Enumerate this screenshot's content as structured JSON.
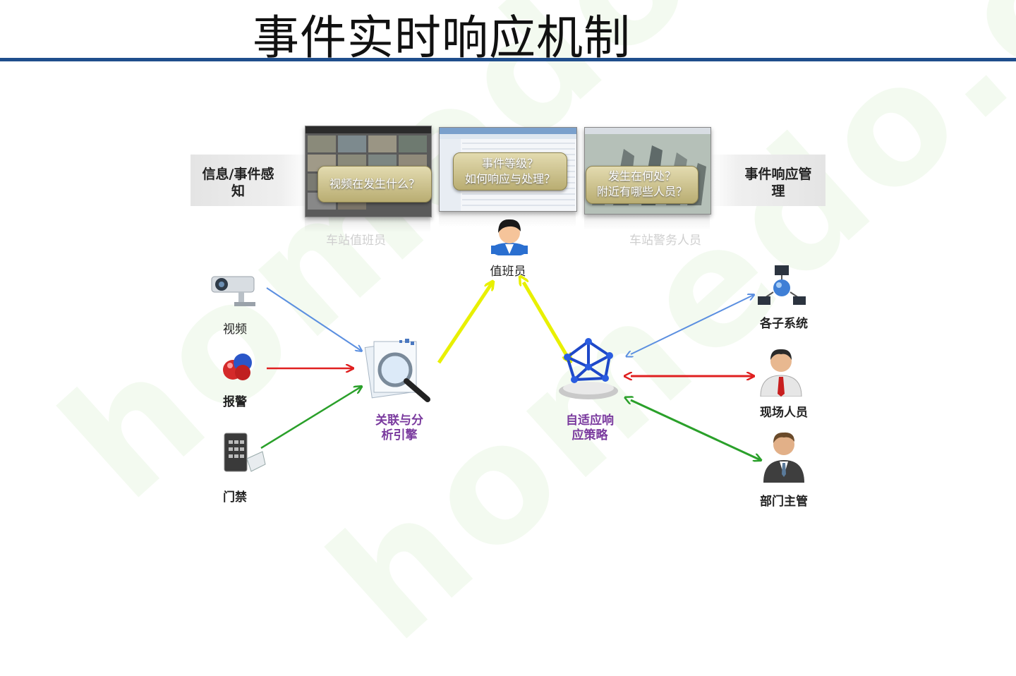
{
  "title": "事件实时响应机制",
  "bands": {
    "left_label": "信息/事件感知",
    "right_label": "事件响应管理"
  },
  "screens": {
    "video_question": "视频在发生什么？",
    "level_question_line1": "事件等级？",
    "level_question_line2": "如何响应与处理？",
    "location_question_line1": "发生在何处？",
    "location_question_line2": "附近有哪些人员？",
    "left_role": "车站值班员",
    "right_role": "车站警务人员"
  },
  "nodes": {
    "duty_officer": "值班员",
    "video": "视频",
    "alarm": "报警",
    "access_control": "门禁",
    "engine_line1": "关联与分",
    "engine_line2": "析引擎",
    "strategy_line1": "自适应响",
    "strategy_line2": "应策略",
    "subsystems": "各子系统",
    "field_staff": "现场人员",
    "dept_supervisor": "部门主管"
  },
  "colors": {
    "title_rule": "#1f4e8c",
    "arrow_blue": "#5b8fe0",
    "arrow_red": "#e02020",
    "arrow_green": "#2aa02a",
    "arrow_yellow": "#e8f000",
    "node_label_purple": "#7a3a9e",
    "callout_gold": "#c9bf85"
  },
  "icons": [
    "camera-icon",
    "alarm-icon",
    "keypad-icon",
    "magnifier-icon",
    "person-icon",
    "network-sphere-icon",
    "computer-network-icon",
    "staff-icon",
    "manager-icon"
  ]
}
